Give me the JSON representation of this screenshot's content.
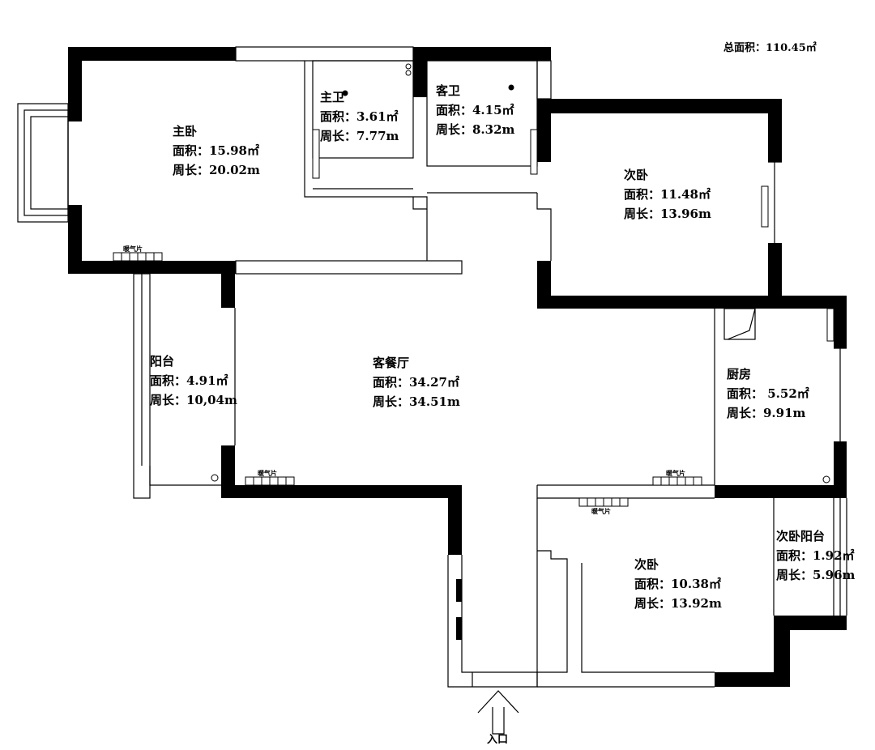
{
  "total_area": "总面积：110.45㎡",
  "rooms": [
    {
      "name": "主卧",
      "area": "面积：15.98㎡",
      "perimeter": "周长：20.02m"
    },
    {
      "name": "主卫",
      "area": "面积：3.61㎡",
      "perimeter": "周长：7.77m"
    },
    {
      "name": "客卫",
      "area": "面积：4.15㎡",
      "perimeter": "周长：8.32m"
    },
    {
      "name": "次卧",
      "area": "面积：11.48㎡",
      "perimeter": "周长：13.96m"
    },
    {
      "name": "阳台",
      "area": "面积：4.91㎡",
      "perimeter": "周长：10,04m"
    },
    {
      "name": "客餐厅",
      "area": "面积：34.27㎡",
      "perimeter": "周长：34.51m"
    },
    {
      "name": "厨房",
      "area": "面积： 5.52㎡",
      "perimeter": "周长：9.91m"
    },
    {
      "name": "次卧",
      "area": "面积：10.38㎡",
      "perimeter": "周长：13.92m"
    },
    {
      "name": "次卧阳台",
      "area": "面积：1.92㎡",
      "perimeter": "周长：5.96m"
    }
  ],
  "radiator_label": "暖气片",
  "entrance_label": "入口",
  "colors": {
    "wall": "#000000",
    "background": "#ffffff"
  }
}
